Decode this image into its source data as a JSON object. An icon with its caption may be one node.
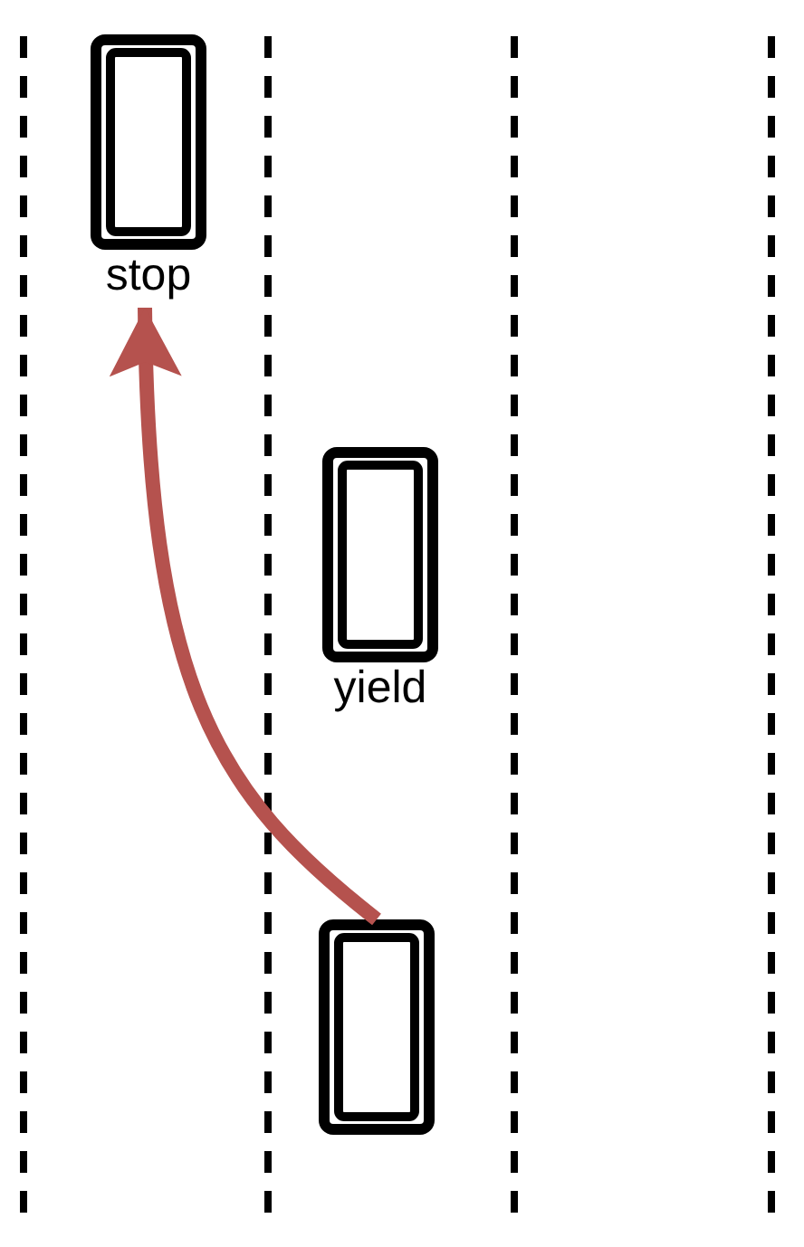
{
  "diagram": {
    "nodes": [
      {
        "text": [],
        "shape": "box",
        "beside": [
          "stop"
        ]
      },
      {
        "text": [],
        "shape": "box",
        "beside": [
          "yield"
        ]
      },
      {
        "text": [],
        "shape": "box"
      }
    ],
    "edges": [
      {
        "from": 2,
        "to": 0,
        "arrow": "to",
        "color": "#b5524e"
      }
    ]
  }
}
